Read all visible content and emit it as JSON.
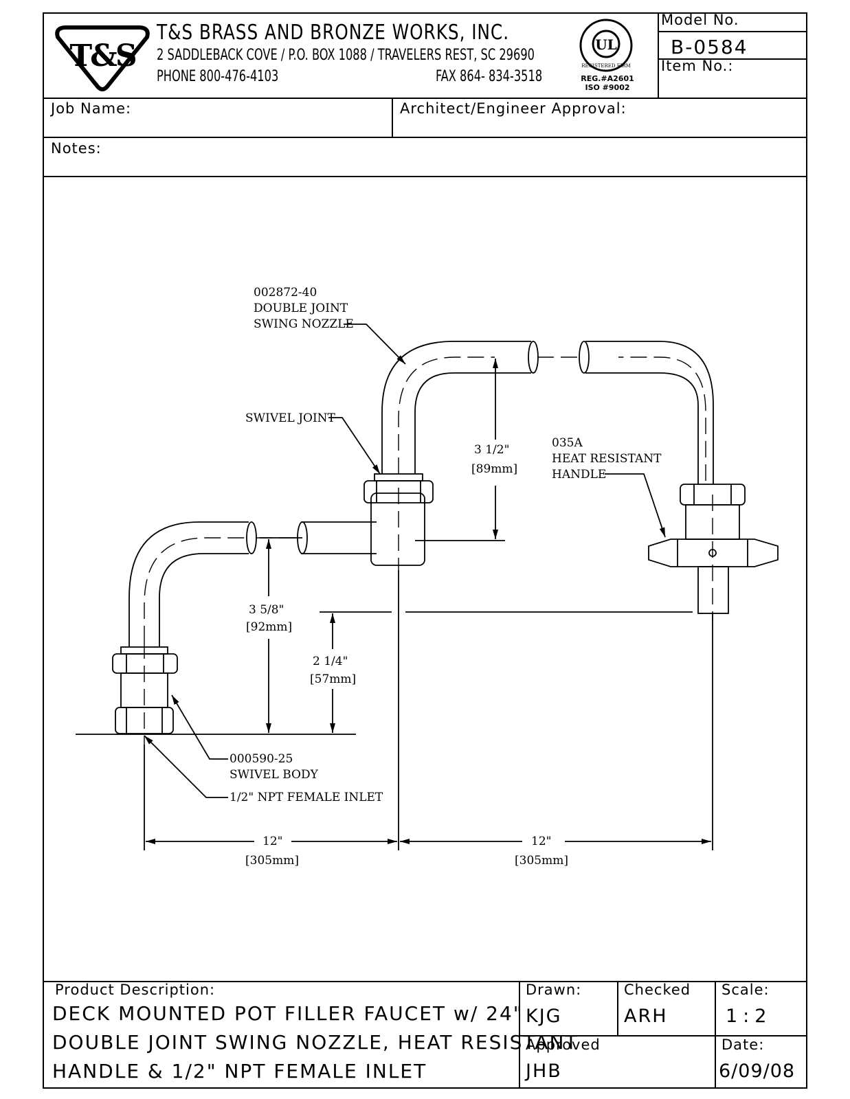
{
  "header": {
    "company": "T&S BRASS AND BRONZE WORKS, INC.",
    "address": "2 SADDLEBACK COVE / P.O. BOX 1088 / TRAVELERS REST, SC 29690",
    "phone": "PHONE 800-476-4103",
    "fax": "FAX  864- 834-3518",
    "logo_text": "T&S",
    "ul_text": "UL",
    "ul_ring": "REGISTERED FIRM",
    "reg": "REG.#A2601",
    "iso": "ISO #9002",
    "model_label": "Model No.",
    "model_value": "B-0584",
    "item_label": "Item No.:"
  },
  "job": {
    "job_name_label": "Job Name:",
    "architect_label": "Architect/Engineer Approval:",
    "notes_label": "Notes:"
  },
  "drawing": {
    "nozzle_callout": "002872-40\nDOUBLE JOINT\nSWING NOZZLE",
    "swivel_joint": "SWIVEL JOINT",
    "handle_callout": "035A\nHEAT RESISTANT\nHANDLE",
    "swivel_body": "000590-25\nSWIVEL BODY",
    "inlet": "1/2\" NPT FEMALE INLET",
    "dim_3_1_2": "3 1/2\"",
    "dim_3_1_2_mm": "[89mm]",
    "dim_3_5_8": "3 5/8\"",
    "dim_3_5_8_mm": "[92mm]",
    "dim_2_1_4": "2 1/4\"",
    "dim_2_1_4_mm": "[57mm]",
    "dim_12_left": "12\"",
    "dim_12_left_mm": "[305mm]",
    "dim_12_right": "12\"",
    "dim_12_right_mm": "[305mm]"
  },
  "title_block": {
    "product_label": "Product Description:",
    "desc_line1": "DECK MOUNTED POT FILLER FAUCET w/ 24\"",
    "desc_line2": "DOUBLE JOINT SWING NOZZLE, HEAT RESISTANT",
    "desc_line3": "HANDLE & 1/2\" NPT FEMALE INLET",
    "drawn_label": "Drawn:",
    "drawn_value": "KJG",
    "checked_label": "Checked",
    "checked_value": "ARH",
    "scale_label": "Scale:",
    "scale_value": "1:2",
    "approved_label": "Approved",
    "approved_value": "JHB",
    "date_label": "Date:",
    "date_value": "6/09/08"
  }
}
